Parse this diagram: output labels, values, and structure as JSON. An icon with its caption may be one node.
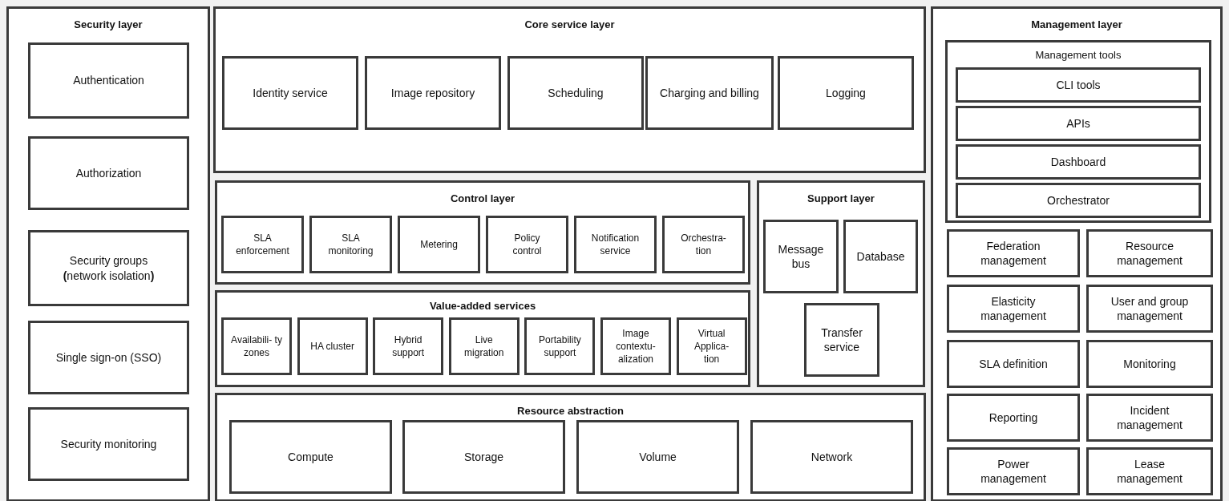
{
  "diagram": {
    "nodes": [
      {
        "text": [
          "Security layer"
        ]
      },
      {
        "text": [
          "Authentication"
        ],
        "in": 0
      },
      {
        "text": [
          "Authorization"
        ],
        "in": 0
      },
      {
        "text": [
          "Security groups **(**network isolation**)**"
        ],
        "in": 0
      },
      {
        "text": [
          "Single sign-on (SSO)"
        ],
        "in": 0
      },
      {
        "text": [
          "Security monitoring"
        ],
        "in": 0
      },
      {
        "text": [
          "Core service layer"
        ]
      },
      {
        "text": [
          "Identity service"
        ],
        "in": 6
      },
      {
        "text": [
          "Image repository"
        ],
        "in": 6
      },
      {
        "text": [
          "Scheduling"
        ],
        "in": 6
      },
      {
        "text": [
          "Charging and billing"
        ],
        "in": 6
      },
      {
        "text": [
          "Logging"
        ],
        "in": 6
      },
      {
        "text": [
          "Control layer"
        ]
      },
      {
        "text": [
          "SLA enforcement"
        ],
        "in": 12
      },
      {
        "text": [
          "SLA monitoring"
        ],
        "in": 12
      },
      {
        "text": [
          "Metering"
        ],
        "in": 12
      },
      {
        "text": [
          "Policy control"
        ],
        "in": 12
      },
      {
        "text": [
          "Notification service"
        ],
        "in": 12
      },
      {
        "text": [
          "Orchestra- tion"
        ],
        "in": 12
      },
      {
        "text": [
          "Value-added services"
        ]
      },
      {
        "text": [
          "Availabili- ty zones"
        ],
        "in": 19
      },
      {
        "text": [
          "HA cluster"
        ],
        "in": 19
      },
      {
        "text": [
          "Hybrid support"
        ],
        "in": 19
      },
      {
        "text": [
          "Live migration"
        ],
        "in": 19
      },
      {
        "text": [
          "Portability support"
        ],
        "in": 19
      },
      {
        "text": [
          "Image contextu- alization"
        ],
        "in": 19
      },
      {
        "text": [
          "Virtual Applica- tion"
        ],
        "in": 19
      },
      {
        "text": [
          "Support layer"
        ]
      },
      {
        "text": [
          "Message bus"
        ],
        "in": 27
      },
      {
        "text": [
          "Database"
        ],
        "in": 27
      },
      {
        "text": [
          "Transfer service"
        ],
        "in": 27
      },
      {
        "text": [
          "Resource abstraction"
        ]
      },
      {
        "text": [
          "Compute"
        ],
        "in": 31
      },
      {
        "text": [
          "Storage"
        ],
        "in": 31
      },
      {
        "text": [
          "Volume"
        ],
        "in": 31
      },
      {
        "text": [
          "Network"
        ],
        "in": 31
      },
      {
        "text": [
          "Management layer"
        ]
      },
      {
        "text": [
          "Management tools"
        ],
        "in": 36
      },
      {
        "text": [
          "CLI tools"
        ],
        "in": 37
      },
      {
        "text": [
          "APIs"
        ],
        "in": 37
      },
      {
        "text": [
          "Dashboard"
        ],
        "in": 37
      },
      {
        "text": [
          "Orchestrator"
        ],
        "in": 37
      },
      {
        "text": [
          "Federation management"
        ],
        "in": 36
      },
      {
        "text": [
          "Resource management"
        ],
        "in": 36
      },
      {
        "text": [
          "Elasticity management"
        ],
        "in": 36
      },
      {
        "text": [
          "User and group management"
        ],
        "in": 36
      },
      {
        "text": [
          "SLA definition"
        ],
        "in": 36
      },
      {
        "text": [
          "Monitoring"
        ],
        "in": 36
      },
      {
        "text": [
          "Reporting"
        ],
        "in": 36
      },
      {
        "text": [
          "Incident management"
        ],
        "in": 36
      },
      {
        "text": [
          "Power management"
        ],
        "in": 36
      },
      {
        "text": [
          "Lease management"
        ],
        "in": 36
      }
    ]
  }
}
